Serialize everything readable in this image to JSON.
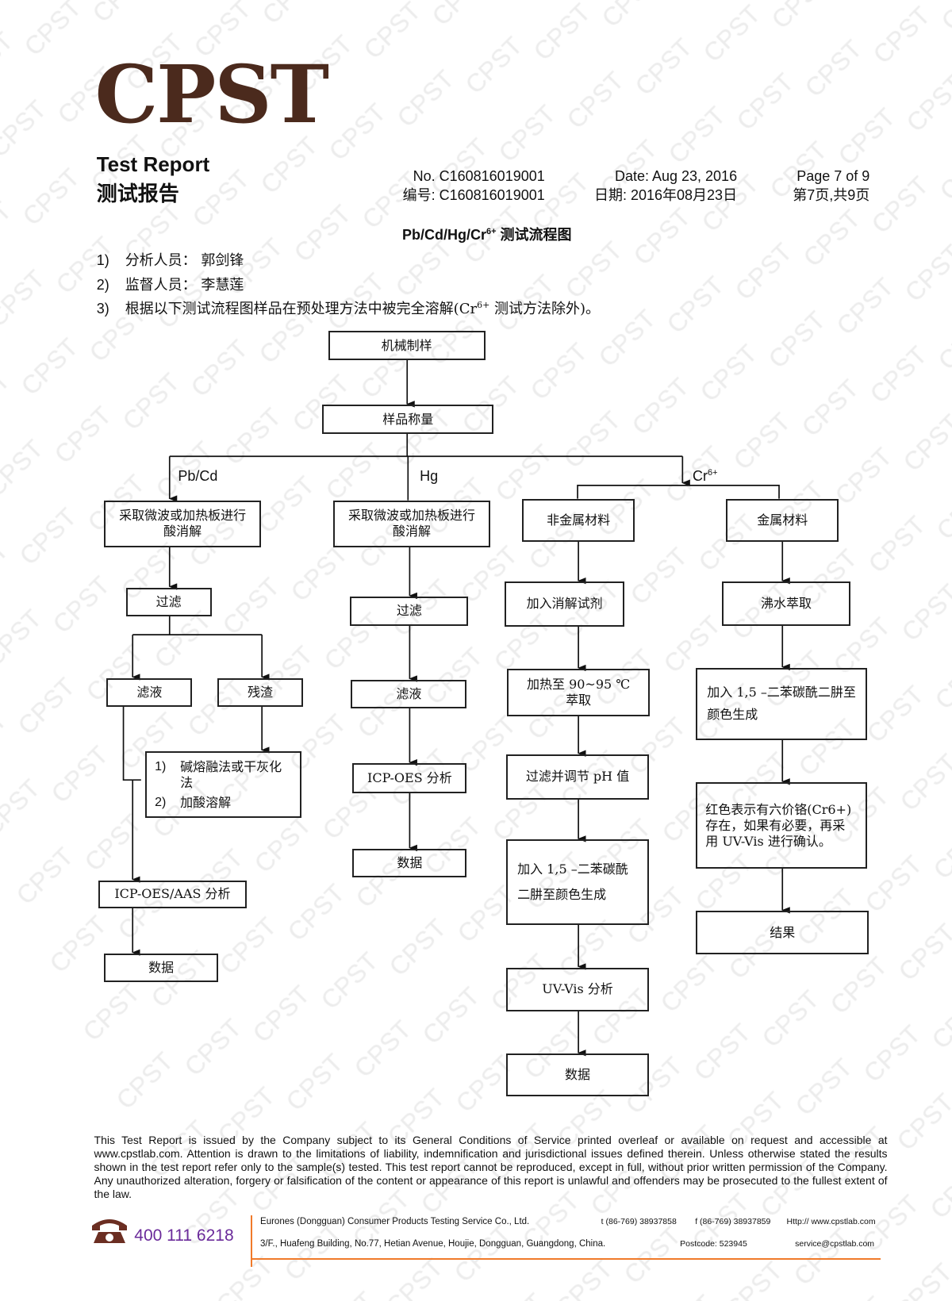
{
  "watermark": "CPST",
  "header": {
    "logo": "CPST",
    "title_en": "Test Report",
    "title_cn": "测试报告",
    "no_en": "No. C160816019001",
    "no_cn": "编号: C160816019001",
    "date_en": "Date: Aug 23, 2016",
    "date_cn": "日期: 2016年08月23日",
    "page_en": "Page 7 of 9",
    "page_cn": "第7页,共9页"
  },
  "doc_title": {
    "pre": "Pb/Cd/Hg/Cr",
    "sup": "6+",
    "post": " 测试流程图"
  },
  "items": [
    {
      "n": "1)",
      "text": "分析人员：  郭剑锋"
    },
    {
      "n": "2)",
      "text": "监督人员：  李慧莲"
    },
    {
      "n": "3)",
      "pre": "根据以下测试流程图样品在预处理方法中被完全溶解(Cr",
      "sup": "6+",
      "post": "  测试方法除外)。"
    }
  ],
  "flow": {
    "start": "机械制样",
    "weigh": "样品称量",
    "branches": {
      "pbcd": "Pb/Cd",
      "hg": "Hg",
      "cr": "Cr",
      "cr_sup": "6+"
    },
    "pbcd": {
      "digest": "采取微波或加热板进行酸消解",
      "filter": "过滤",
      "filtrate": "滤液",
      "residue": "残渣",
      "residue_steps": [
        {
          "n": "1)",
          "text": "碱熔融法或干灰化法"
        },
        {
          "n": "2)",
          "text": "加酸溶解"
        }
      ],
      "analysis": "ICP-OES/AAS 分析",
      "data": "数据"
    },
    "hg": {
      "digest": "采取微波或加热板进行酸消解",
      "filter": "过滤",
      "filtrate": "滤液",
      "analysis": "ICP-OES 分析",
      "data": "数据"
    },
    "nonmetal": {
      "title": "非金属材料",
      "s1": "加入消解试剂",
      "s2": "加热至 90~95 ℃ 萃取",
      "s3": "过滤并调节 pH 值",
      "s4": "加入 1,5 –二苯碳酰二肼至颜色生成",
      "s5": "UV-Vis 分析",
      "data": "数据"
    },
    "metal": {
      "title": "金属材料",
      "s1": "沸水萃取",
      "s2": "加入 1,5 –二苯碳酰二肼至颜色生成",
      "s3": "红色表示有六价铬(Cr6+)存在，如果有必要，再采用 UV-Vis 进行确认。",
      "result": "结果"
    }
  },
  "footer": {
    "disclaimer": "This Test Report is issued by the Company subject to its General Conditions of Service printed overleaf or available on request and accessible at www.cpstlab.com. Attention is drawn to the limitations of liability, indemnification and jurisdictional issues defined therein. Unless otherwise stated the results shown in the test report refer only to the sample(s) tested. This test report cannot be reproduced, except in full, without prior written permission of the Company. Any unauthorized alteration, forgery or falsification of the content or appearance of this report is unlawful and offenders may be prosecuted to the fullest extent of the law.",
    "hotline": "400 111 6218",
    "company": "Eurones (Dongguan) Consumer Products Testing Service Co., Ltd.",
    "tel": "t (86-769) 38937858",
    "fax": "f (86-769) 38937859",
    "web": "Http:// www.cpstlab.com",
    "address": "3/F., Huafeng Building, No.77, Hetian Avenue, Houjie, Dongguan, Guangdong, China.",
    "postcode": "Postcode: 523945",
    "email": "service@cpstlab.com",
    "colors": {
      "logo": "#4b2a1d",
      "hotline": "#6a2a9a",
      "rule": "#f07a2a"
    }
  }
}
